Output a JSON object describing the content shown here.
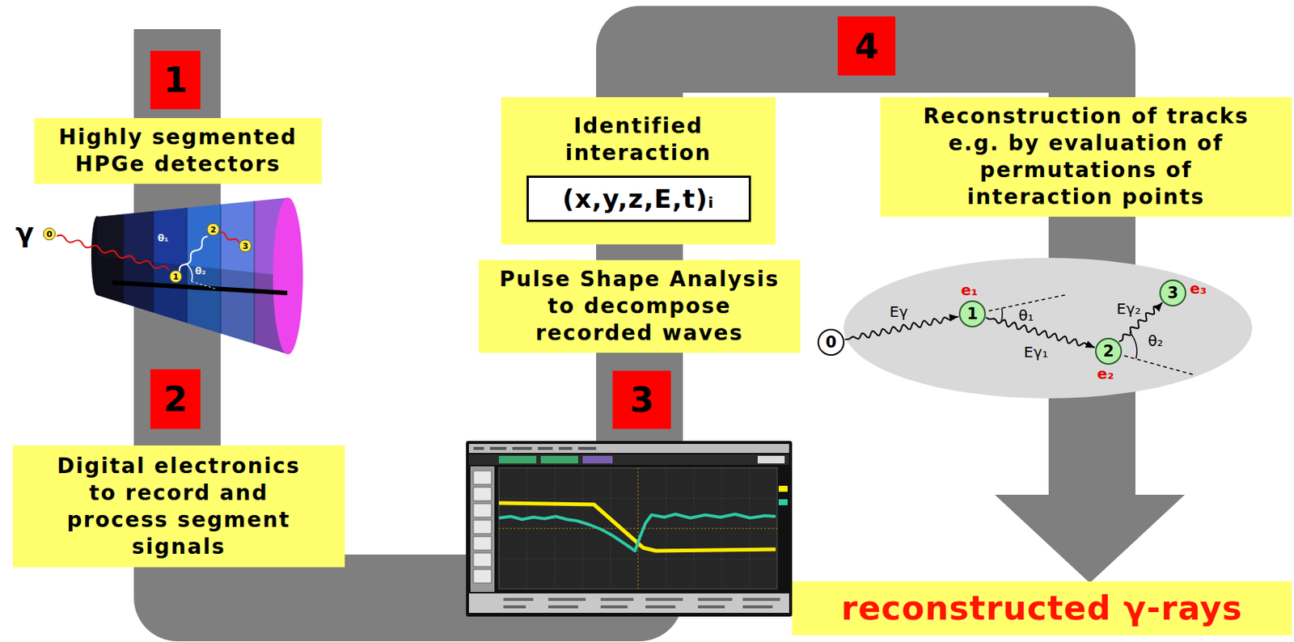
{
  "diagram": {
    "nodes": [
      {
        "text": [
          "1"
        ]
      },
      {
        "text": [
          "Highly segmented HPGe detectors"
        ]
      },
      {
        "text": [
          "2"
        ]
      },
      {
        "text": [
          "Digital electronics to record and process segment signals"
        ]
      },
      {
        "text": [
          "3"
        ]
      },
      {
        "text": [
          "Pulse Shape Analysis to decompose recorded waves"
        ]
      },
      {
        "text": [
          "Identified interaction"
        ]
      },
      {
        "text": [
          "(x,y,z,E,t)ᵢ"
        ],
        "in": 6
      },
      {
        "text": [
          "4"
        ]
      },
      {
        "text": [
          "Reconstruction of tracks e.g. by evaluation of permutations of interaction points"
        ]
      },
      {
        "text": [
          "0"
        ]
      },
      {
        "text": [
          "1"
        ]
      },
      {
        "text": [
          "2"
        ]
      },
      {
        "text": [
          "3"
        ]
      },
      {
        "text": [
          "reconstructed γ-rays"
        ]
      }
    ],
    "edges": [
      {
        "from": 10,
        "to": 11,
        "arrow": "to",
        "label": "Eγ"
      },
      {
        "from": 11,
        "to": 12,
        "arrow": "to",
        "label": "Eγ₁"
      },
      {
        "from": 12,
        "to": 13,
        "arrow": "to",
        "label": "Eγ₂"
      }
    ],
    "labels": [
      "γ",
      "0",
      "1",
      "2",
      "3",
      "θ₁",
      "θ₂",
      "θ₁",
      "θ₂",
      "e₁",
      "e₂",
      "e₃"
    ]
  }
}
